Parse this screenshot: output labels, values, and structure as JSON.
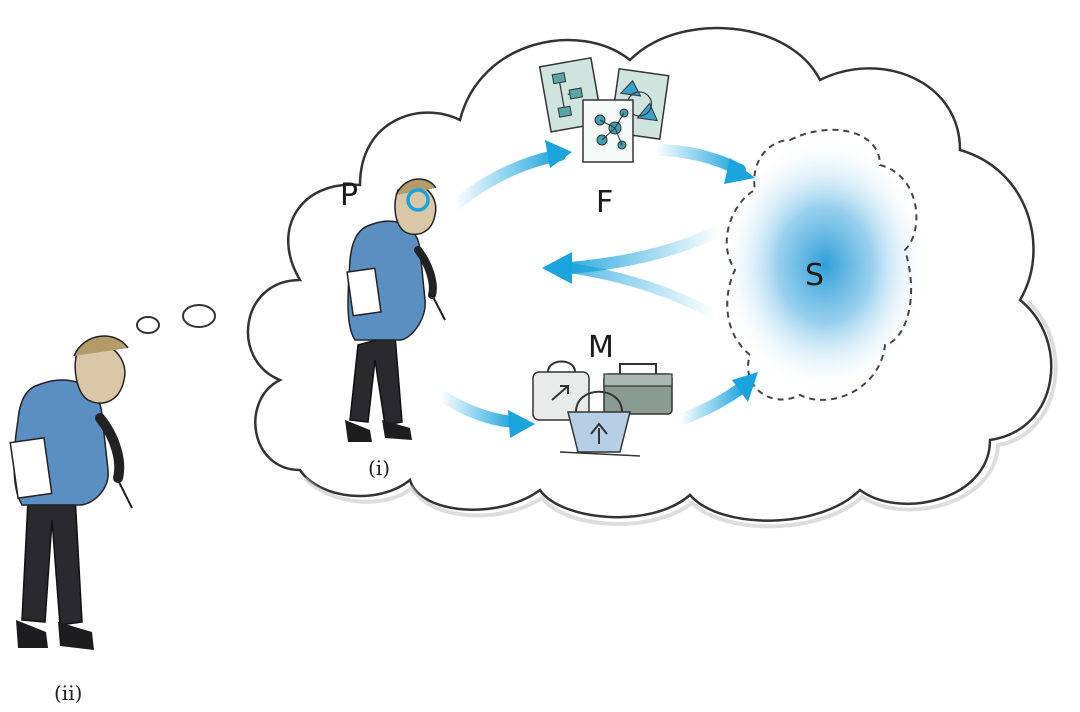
{
  "labels": {
    "person": "P",
    "frameworks": "F",
    "methods": "M",
    "situation": "S"
  },
  "captions": {
    "inner_figure": "(i)",
    "outer_figure": "(ii)"
  },
  "colors": {
    "arrow": "#1aa3dc",
    "shirt": "#5b8fc2",
    "pants": "#2a2a2e",
    "cloud_stroke": "#333333",
    "situation_core": "#3aa6dc"
  }
}
